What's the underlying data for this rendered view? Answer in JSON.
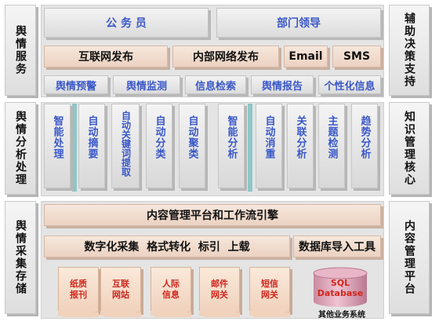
{
  "layers": {
    "service": "舆情服务",
    "analysis": "舆情分析处理",
    "storage": "舆情采集存储"
  },
  "right": {
    "decision": "辅助决策支持",
    "knowledge": "知识管理核心",
    "content": "内容管理平台"
  },
  "service": {
    "row1": [
      "公 务 员",
      "部门领导"
    ],
    "row2": [
      "互联网发布",
      "内部网络发布",
      "Email",
      "SMS"
    ],
    "row3": [
      "舆情预警",
      "舆情监测",
      "信息检索",
      "舆情报告",
      "个性化信息"
    ]
  },
  "analysis": {
    "columns": [
      "智能处理",
      "自动摘要",
      "自动关键词提取",
      "自动分类",
      "自动聚类",
      "智能分析",
      "自动消重",
      "关联分析",
      "主题检测",
      "趋势分析"
    ]
  },
  "storage": {
    "platform": "内容管理平台和工作流引擎",
    "process": "数字化采集  格式转化  标引  上载",
    "db_import": "数据库导入工具",
    "sources": [
      "纸质报刊",
      "互联网站",
      "人际信息",
      "邮件网关",
      "短信网关"
    ],
    "db_label": "SQL Database",
    "other_system": "其他业务系统"
  },
  "colors": {
    "blue": "#3a58c8",
    "red": "#d0261c",
    "tan": "#ecd2c2",
    "grey": "#dcdcdc",
    "teal": "#8ec7c9",
    "db": "#d8a0b4"
  }
}
